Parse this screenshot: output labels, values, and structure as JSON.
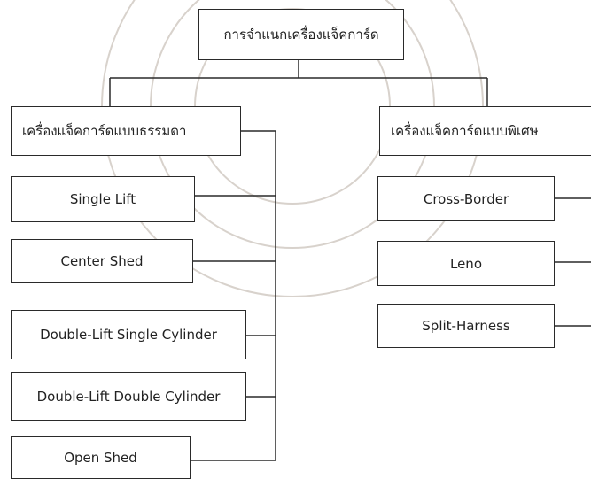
{
  "root": {
    "label": "การจำแนกเครื่องแจ็คการ์ด"
  },
  "branches": [
    {
      "label": "เครื่องแจ็คการ์ดแบบธรรมดา",
      "children": [
        "Single Lift",
        "Center Shed",
        "Double-Lift Single Cylinder",
        "Double-Lift Double Cylinder",
        "Open Shed"
      ]
    },
    {
      "label": "เครื่องแจ็คการ์ดแบบพิเศษ",
      "children": [
        "Cross-Border",
        "Leno",
        "Split-Harness"
      ]
    }
  ]
}
